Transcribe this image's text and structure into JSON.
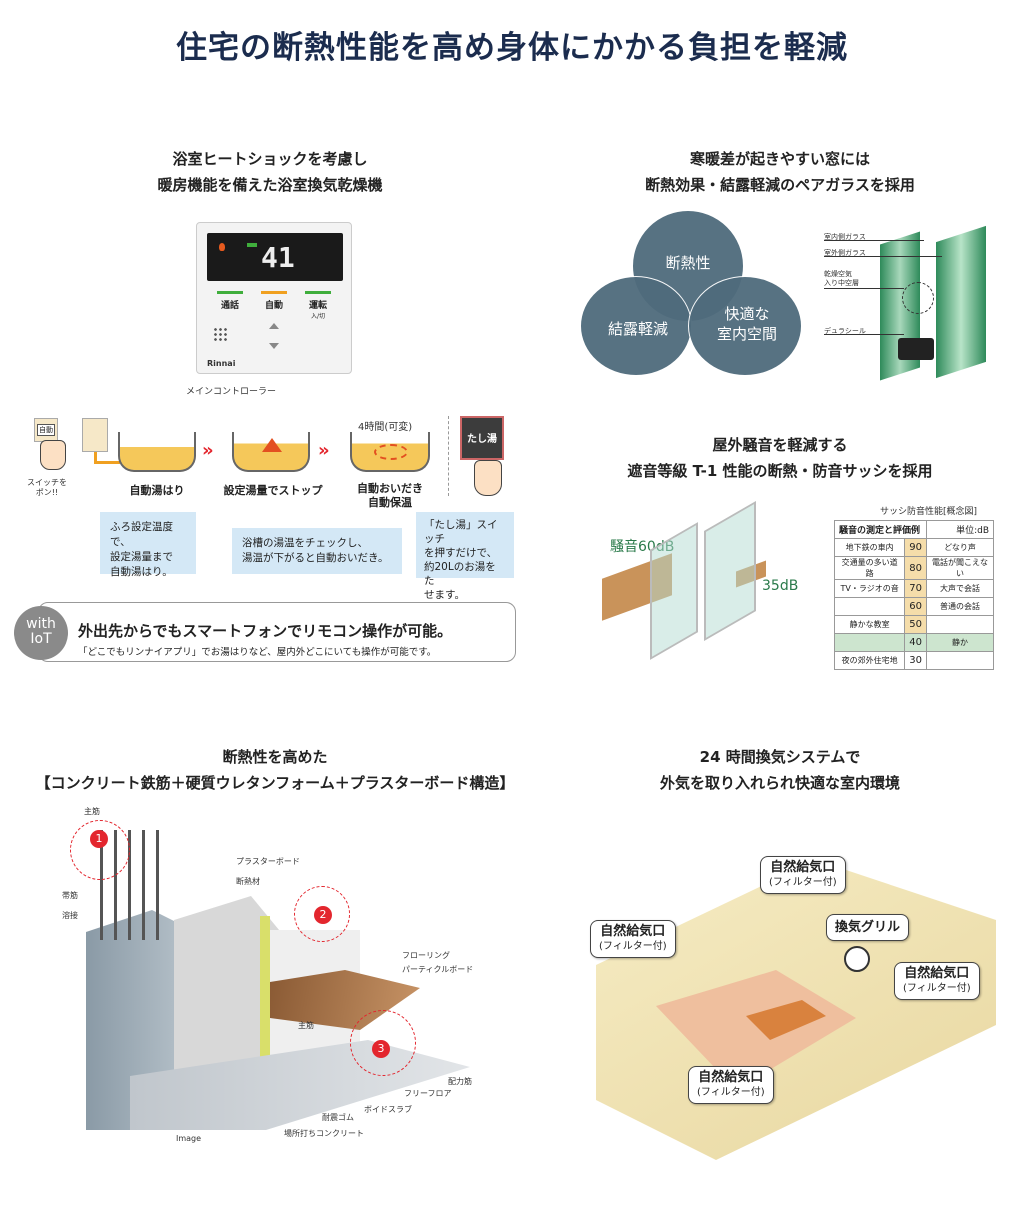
{
  "title": "住宅の断熱性能を高め身体にかかる負担を軽減",
  "bath": {
    "heading1": "浴室ヒートショックを考慮し",
    "heading2": "暖房機能を備えた浴室換気乾燥機",
    "controller_label": "メインコントローラー",
    "controller": {
      "temp": "41",
      "btn1": "通話",
      "btn2": "自動",
      "btn3": "運転",
      "btn3_sub": "入/切",
      "brand": "Rinnai"
    },
    "switch_label": "自動",
    "switch_caption": "スイッチを\nポン!!",
    "step1": "自動湯はり",
    "step2": "設定湯量でストップ",
    "step3_top": "4時間(可変)",
    "step3": "自動おいだき\n自動保温",
    "tashiyu": "たし湯",
    "bubble1": "ふろ設定温度で、\n設定湯量まで\n自動湯はり。",
    "bubble2": "浴槽の湯温をチェックし、\n湯温が下がると自動おいだき。",
    "bubble3": "「たし湯」スイッチ\nを押すだけで、\n約20Lのお湯をた\nせます。",
    "iot_badge": "with\nIoT",
    "iot_title": "外出先からでもスマートフォンでリモコン操作が可能。",
    "iot_text": "「どこでもリンナイアプリ」でお湯はりなど、屋内外どこにいても操作が可能です。"
  },
  "glass": {
    "heading1": "寒暖差が起きやすい窓には",
    "heading2": "断熱効果・結露軽減のペアガラスを採用",
    "circle1": "断熱性",
    "circle2": "結露軽減",
    "circle3": "快適な\n室内空間",
    "label1": "室内側ガラス",
    "label2": "室外側ガラス",
    "label3": "乾燥空気\n入り中空層",
    "label4": "デュラシール",
    "color_circle": "#4f6b7c"
  },
  "sash": {
    "heading1": "屋外騒音を軽減する",
    "heading2": "遮音等級 T-1 性能の断熱・防音サッシを採用",
    "noise_out": "騒音60dB",
    "noise_in": "35dB",
    "table_title": "サッシ防音性能[概念図]",
    "table_header": "騒音の測定と評価例",
    "table_unit": "単位:dB",
    "rows": [
      {
        "left": "地下鉄の車内",
        "value": "90",
        "right": "どなり声"
      },
      {
        "left": "交通量の多い道路",
        "value": "80",
        "right": "電話が聞こえない"
      },
      {
        "left": "TV・ラジオの音",
        "value": "70",
        "right": "大声で会話"
      },
      {
        "left": "",
        "value": "60",
        "right": "普通の会話"
      },
      {
        "left": "静かな教室",
        "value": "50",
        "right": ""
      },
      {
        "left": "",
        "value": "40",
        "right": "静か"
      },
      {
        "left": "夜の郊外住宅地",
        "value": "30",
        "right": ""
      }
    ]
  },
  "structure": {
    "heading1": "断熱性を高めた",
    "heading2": "【コンクリート鉄筋＋硬質ウレタンフォーム＋プラスターボード構造】",
    "labels": {
      "shukin_top": "主筋",
      "obikin": "帯筋",
      "yosetsu": "溶接",
      "plaster": "プラスターボード",
      "dannetsu": "断熱材",
      "flooring": "フローリング",
      "particle": "パーティクルボード",
      "shukin_mid": "主筋",
      "free_floor": "フリーフロア",
      "haiikin": "配力筋",
      "void": "ボイドスラブ",
      "rubber": "耐震ゴム",
      "concrete": "場所打ちコンクリート",
      "image": "Image"
    },
    "markers": [
      "1",
      "2",
      "3"
    ]
  },
  "vent": {
    "heading1": "24 時間換気システムで",
    "heading2": "外気を取り入れられ快適な室内環境",
    "callout_main": "自然給気口",
    "callout_sub": "(フィルター付)",
    "grill": "換気グリル"
  }
}
